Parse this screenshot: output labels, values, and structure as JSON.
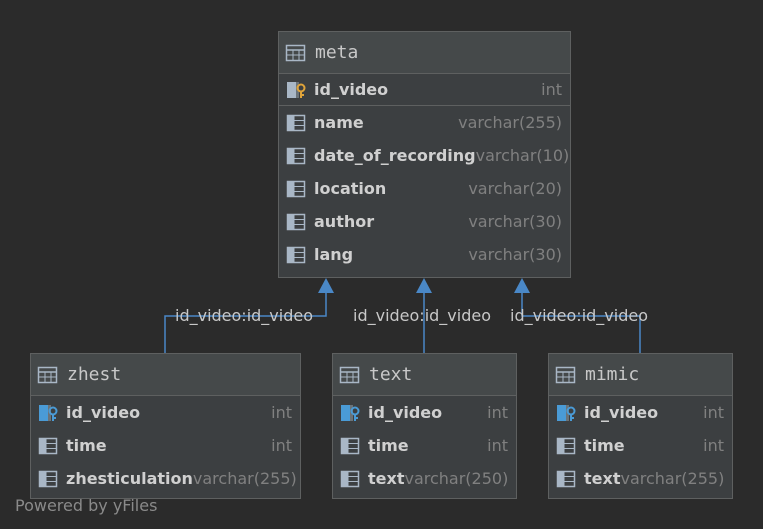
{
  "tables": {
    "meta": {
      "title": "meta",
      "pk": {
        "name": "id_video",
        "type": "int"
      },
      "columns": [
        {
          "name": "name",
          "type": "varchar(255)"
        },
        {
          "name": "date_of_recording",
          "type": "varchar(10)"
        },
        {
          "name": "location",
          "type": "varchar(20)"
        },
        {
          "name": "author",
          "type": "varchar(30)"
        },
        {
          "name": "lang",
          "type": "varchar(30)"
        }
      ]
    },
    "zhest": {
      "title": "zhest",
      "columns": [
        {
          "name": "id_video",
          "type": "int"
        },
        {
          "name": "time",
          "type": "int"
        },
        {
          "name": "zhesticulation",
          "type": "varchar(255)"
        }
      ]
    },
    "text": {
      "title": "text",
      "columns": [
        {
          "name": "id_video",
          "type": "int"
        },
        {
          "name": "time",
          "type": "int"
        },
        {
          "name": "text",
          "type": "varchar(250)"
        }
      ]
    },
    "mimic": {
      "title": "mimic",
      "columns": [
        {
          "name": "id_video",
          "type": "int"
        },
        {
          "name": "time",
          "type": "int"
        },
        {
          "name": "text",
          "type": "varchar(255)"
        }
      ]
    }
  },
  "relations": {
    "zhest": "id_video:id_video",
    "text": "id_video:id_video",
    "mimic": "id_video:id_video"
  },
  "footer": "Powered by yFiles",
  "colors": {
    "background": "#2b2b2b",
    "table_bg": "#3c3f41",
    "edge": "#4a88c7",
    "key": "#e0a43a"
  }
}
